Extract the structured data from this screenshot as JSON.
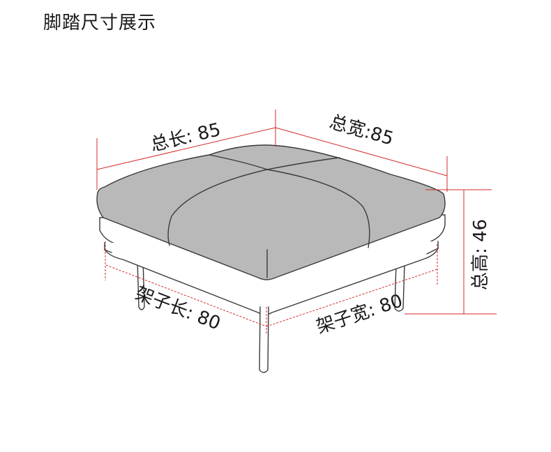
{
  "title": "脚踏尺寸展示",
  "dimensions": {
    "total_length": "总长: 85",
    "total_width": "总宽:85",
    "total_height": "总高: 46",
    "frame_length": "架子长:  80",
    "frame_width": "架子宽:  80"
  },
  "colors": {
    "dimension_line": "#d42a2a",
    "cushion_fill": "#b9b9b9",
    "outline": "#3a3a3a"
  }
}
